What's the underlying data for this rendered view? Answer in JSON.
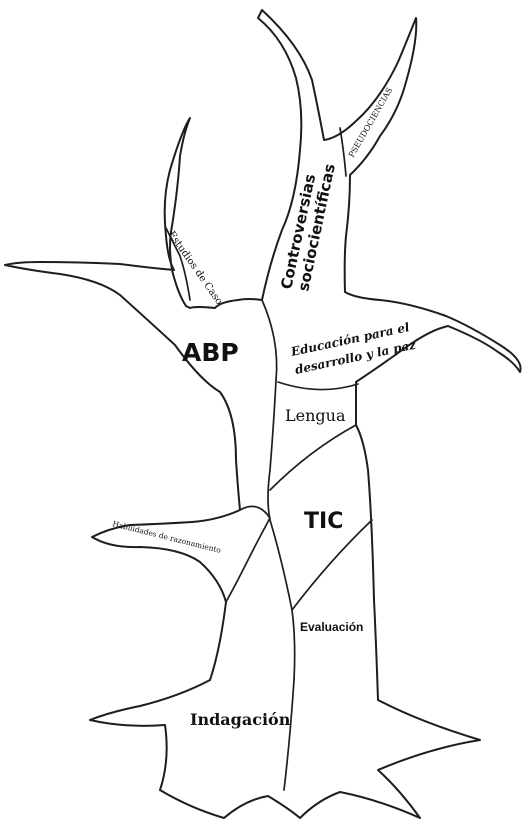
{
  "diagram": {
    "labels": {
      "abp": "ABP",
      "controversias_line1": "Controversias",
      "controversias_line2": "sociocientíficas",
      "pseudociencias": "PSEUDOCIENCIAS",
      "estudios_caso": "Estudios de Caso",
      "educacion_line1": "Educación para el",
      "educacion_line2": "desarrollo y la paz",
      "lengua": "Lengua",
      "tic": "TIC",
      "habilidades": "Habilidades de razonamiento",
      "evaluacion": "Evaluación",
      "indagacion": "Indagación"
    }
  }
}
